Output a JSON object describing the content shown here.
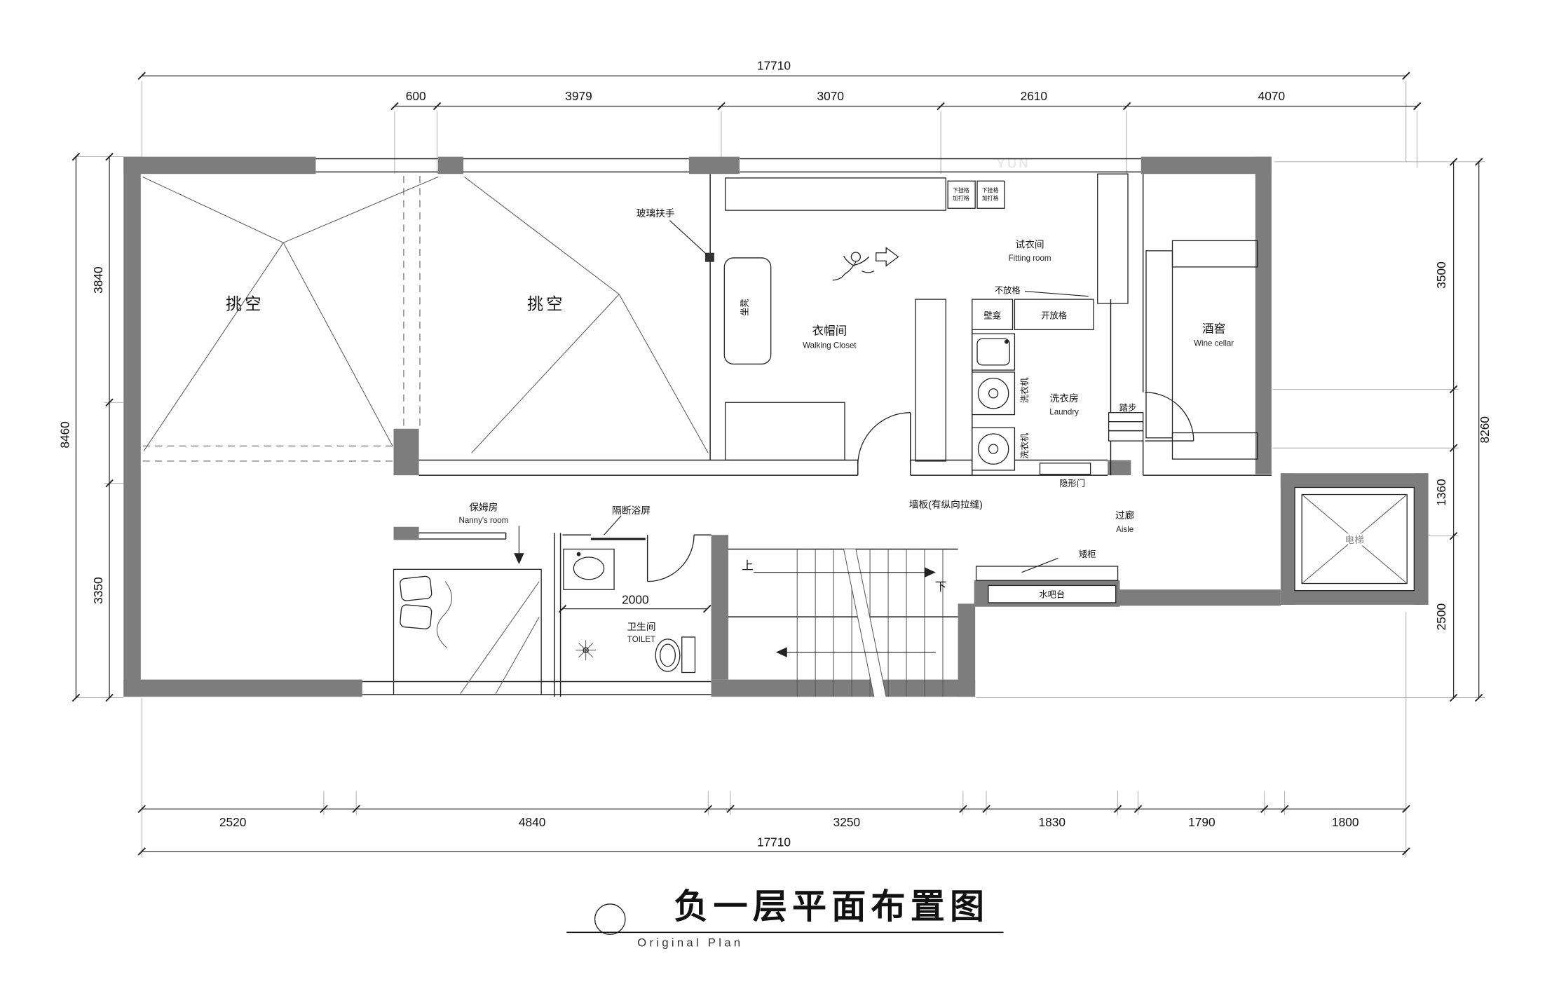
{
  "drawing": {
    "title_cn": "负一层平面布置图",
    "title_en": "Original Plan",
    "watermark": "YUN"
  },
  "dimensions": {
    "top_total": "17710",
    "top_segments": [
      "600",
      "3979",
      "3070",
      "2610",
      "4070"
    ],
    "bottom_segments": [
      "2520",
      "4840",
      "3250",
      "1830",
      "1790",
      "1800"
    ],
    "bottom_total": "17710",
    "left_total": "8460",
    "left_segments": [
      "3840",
      "3350"
    ],
    "right_segments": [
      "3500",
      "1360",
      "2500"
    ],
    "right_total": "8260",
    "toilet_width": "2000"
  },
  "rooms": {
    "void_left": "挑空",
    "void_middle": "挑空",
    "walking_closet_cn": "衣帽间",
    "walking_closet_en": "Walking Closet",
    "fitting_room_cn": "试衣间",
    "fitting_room_en": "Fitting room",
    "wine_cellar_cn": "酒窖",
    "wine_cellar_en": "Wine cellar",
    "laundry_cn": "洗衣房",
    "laundry_en": "Laundry",
    "nanny_room_cn": "保姆房",
    "nanny_room_en": "Nanny's room",
    "toilet_cn": "卫生间",
    "toilet_en": "TOILET",
    "aisle_cn": "过廊",
    "aisle_en": "Aisle",
    "elevator": "电梯"
  },
  "annotations": {
    "glass_handrail": "玻璃扶手",
    "bench": "坐凳",
    "shelf_box_line1": "下挂格",
    "shelf_box_line2": "加打格",
    "no_rack": "不放格",
    "niche": "壁龛",
    "open_shelf": "开放格",
    "washing_machine": "洗衣机",
    "hidden_door": "隐形门",
    "steps": "踏步",
    "wall_panel": "墙板(有纵向拉缝)",
    "bath_screen": "隔断浴屏",
    "low_cabinet": "矮柜",
    "water_bar": "水吧台",
    "up": "上",
    "down": "下"
  }
}
